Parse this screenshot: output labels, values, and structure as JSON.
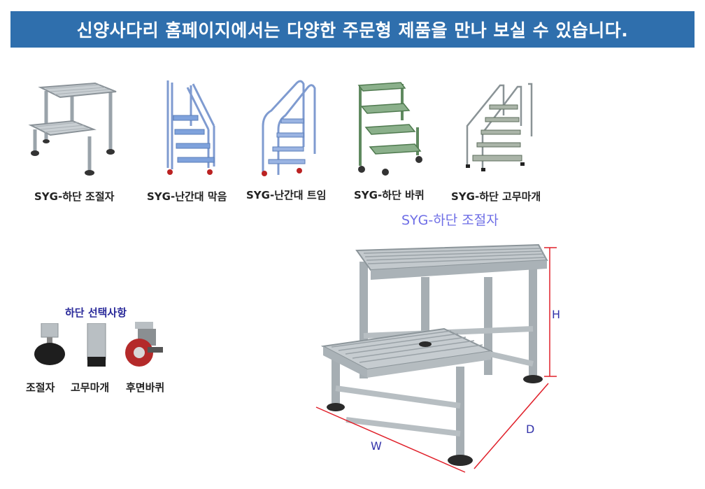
{
  "banner": {
    "text": "신양사다리 홈페이지에서는 다양한 주문형 제품을 만나 보실 수 있습니다."
  },
  "products": [
    {
      "label": "SYG-하단 조절자"
    },
    {
      "label": "SYG-난간대 막음"
    },
    {
      "label": "SYG-난간대 트임"
    },
    {
      "label": "SYG-하단 바퀴"
    },
    {
      "label": "SYG-하단 고무마개"
    }
  ],
  "main": {
    "title": "SYG-하단 조절자"
  },
  "dimensions": {
    "height": "H",
    "depth": "D",
    "width": "W"
  },
  "options": {
    "title": "하단 선택사항",
    "items": [
      {
        "label": "조절자"
      },
      {
        "label": "고무마개"
      },
      {
        "label": "후면바퀴"
      }
    ]
  },
  "colors": {
    "banner": "#2f6fad",
    "title": "#6e6ee6",
    "dimension_line": "#e0202a",
    "options_title": "#2a2a9a"
  }
}
